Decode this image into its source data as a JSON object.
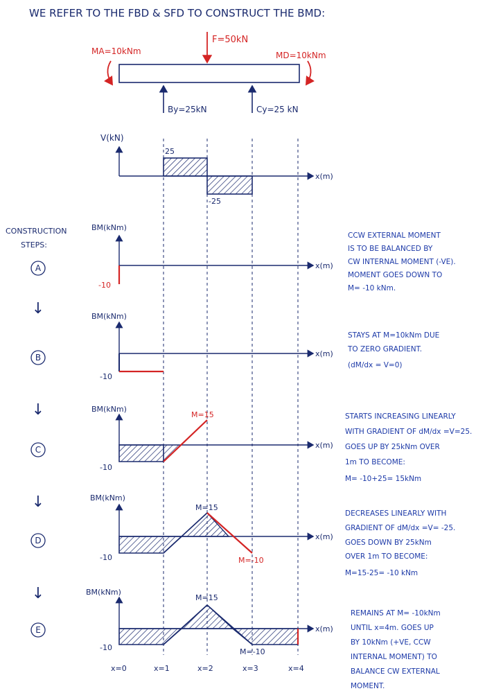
{
  "header": {
    "title": "WE REFER TO THE FBD & SFD TO CONSTRUCT THE BMD:"
  },
  "fbd": {
    "force_label": "F=50kN",
    "moment_a": "MA=10kNm",
    "moment_d": "MD=10kNm",
    "reaction_b": "By=25kN",
    "reaction_c": "Cy=25 kN"
  },
  "sfd": {
    "ylabel": "V(kN)",
    "xlabel": "x(m)",
    "pos_label": "25",
    "neg_label": "-25"
  },
  "construction": {
    "title_line1": "CONSTRUCTION",
    "title_line2": "STEPS:",
    "arrow": "↓"
  },
  "steps": [
    {
      "letter": "A",
      "ylabel": "BM(kNm)",
      "xlabel": "x(m)",
      "labels": [
        "-10"
      ],
      "notes": [
        "CCW EXTERNAL MOMENT",
        "IS TO BE BALANCED BY",
        "CW INTERNAL MOMENT (-VE).",
        "MOMENT GOES DOWN TO",
        "M= -10 kNm."
      ]
    },
    {
      "letter": "B",
      "ylabel": "BM(kNm)",
      "xlabel": "x(m)",
      "labels": [
        "-10"
      ],
      "notes": [
        "STAYS AT M=10kNm DUE",
        "TO ZERO GRADIENT.",
        "(dM/dx = V=0)"
      ]
    },
    {
      "letter": "C",
      "ylabel": "BM(kNm)",
      "xlabel": "x(m)",
      "labels": [
        "-10",
        "M=15"
      ],
      "notes": [
        "STARTS INCREASING LINEARLY",
        "WITH GRADIENT OF dM/dx =V=25.",
        "GOES UP BY 25kNm OVER",
        "1m TO BECOME:",
        "M= -10+25= 15kNm"
      ]
    },
    {
      "letter": "D",
      "ylabel": "BM(kNm)",
      "xlabel": "x(m)",
      "labels": [
        "-10",
        "M=15",
        "M=-10"
      ],
      "notes": [
        "DECREASES LINEARLY WITH",
        "GRADIENT OF dM/dx =V= -25.",
        "GOES DOWN BY 25kNm",
        "OVER 1m TO BECOME:",
        "M=15-25= -10 kNm"
      ]
    },
    {
      "letter": "E",
      "ylabel": "BM(kNm)",
      "xlabel": "x(m)",
      "labels": [
        "-10",
        "M=15",
        "M=-10"
      ],
      "notes": [
        "REMAINS AT M= -10kNm",
        "UNTIL x=4m. GOES UP",
        "BY 10kNm (+VE, CCW",
        "INTERNAL MOMENT) TO",
        "BALANCE CW EXTERNAL",
        "MOMENT."
      ]
    }
  ],
  "x_ticks": [
    "x=0",
    "x=1",
    "x=2",
    "x=3",
    "x=4"
  ],
  "colors": {
    "ink": "#1a2a6e",
    "red": "#d42424",
    "note_blue": "#1d3aa8"
  }
}
